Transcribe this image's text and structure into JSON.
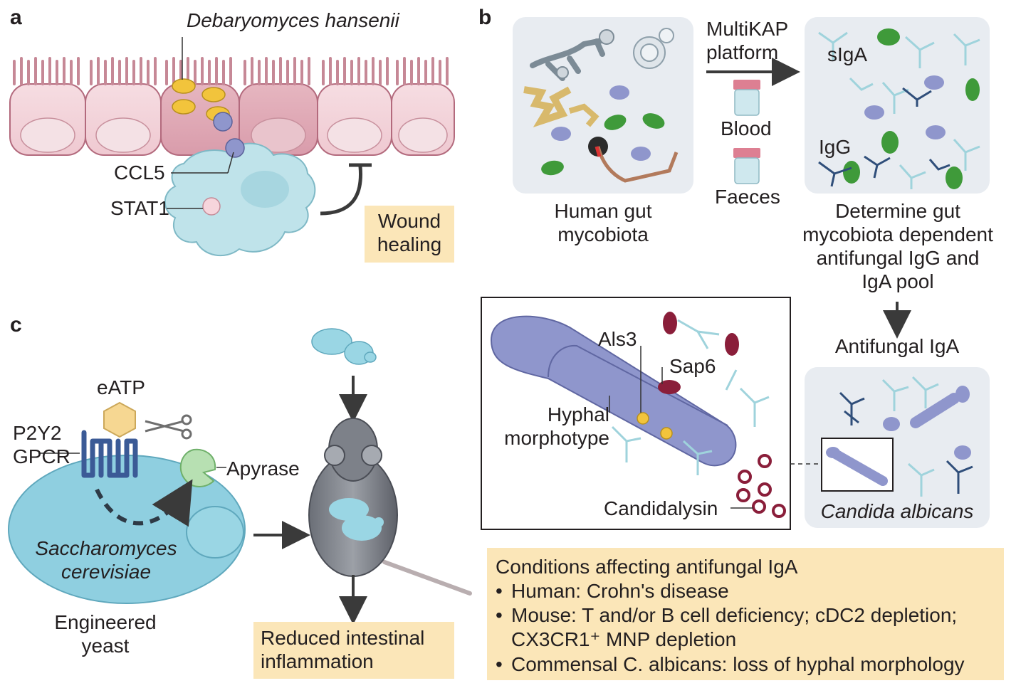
{
  "panel_a": {
    "letter": "a",
    "organism": "Debaryomyces hansenii",
    "ccl5": "CCL5",
    "stat1": "STAT1",
    "wound_healing": [
      "Wound",
      "healing"
    ]
  },
  "panel_b": {
    "letter": "b",
    "platform": [
      "MultiKAP",
      "platform"
    ],
    "blood": "Blood",
    "faeces": "Faeces",
    "siga": "sIgA",
    "igg": "IgG",
    "gut_label": [
      "Human gut",
      "mycobiota"
    ],
    "determine": [
      "Determine gut",
      "mycobiota dependent",
      "antifungal IgG and",
      "IgA pool"
    ],
    "antifungal_iga": "Antifungal IgA",
    "als3": "Als3",
    "sap6": "Sap6",
    "hyphal": [
      "Hyphal",
      "morphotype"
    ],
    "candidalysin": "Candidalysin",
    "candida": "Candida albicans",
    "conditions": {
      "title": "Conditions affecting antifungal IgA",
      "items": [
        "Human: Crohn's disease",
        "Mouse: T and/or B cell deficiency; cDC2 depletion;",
        "CX3CR1⁺ MNP depletion",
        "Commensal C. albicans: loss of hyphal morphology"
      ]
    }
  },
  "panel_c": {
    "letter": "c",
    "eatp": "eATP",
    "receptor": [
      "P2Y2",
      "GPCR"
    ],
    "apyrase": "Apyrase",
    "yeast_species": [
      "Saccharomyces",
      "cerevisiae"
    ],
    "engineered": [
      "Engineered",
      "yeast"
    ],
    "outcome": [
      "Reduced intestinal",
      "inflammation"
    ]
  },
  "colors": {
    "epithelium": "#f2d5db",
    "epithelium_dark": "#d89aa7",
    "macrophage": "#bfe3ea",
    "yellow_box": "#fbe6b8",
    "panel_bg": "#e8ecf1",
    "fungus_blue": "#8f96cc",
    "fungus_green": "#3f9a3a",
    "antibody_light": "#9fd3dc",
    "antibody_dark": "#2f4e7a",
    "maroon": "#8a1e3a"
  }
}
